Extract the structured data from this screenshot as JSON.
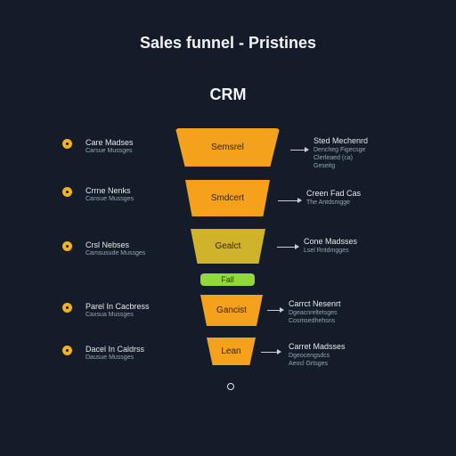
{
  "title": "Sales funnel - Pristines",
  "subtitle": "CRM",
  "stages": [
    {
      "label": "Semsrel"
    },
    {
      "label": "Smdcert"
    },
    {
      "label": "Gealct"
    },
    {
      "label": "Fall"
    },
    {
      "label": "Gancist"
    },
    {
      "label": "Lean"
    }
  ],
  "left_items": [
    {
      "title": "Care Madses",
      "sub": "Carsue Mussges"
    },
    {
      "title": "Crrne Nenks",
      "sub": "Cansue Mussges"
    },
    {
      "title": "Crsl Nebses",
      "sub": "Camsusude Mussges"
    },
    {
      "title": "Parel In Cacbress",
      "sub": "Caxsua Mussges"
    },
    {
      "title": "Dacel In Caldrss",
      "sub": "Dausue Mussges"
    }
  ],
  "right_items": [
    {
      "title": "Sted Mechenrd",
      "sub": [
        "Dencheg Figecsge",
        "Clerleaed (ca)",
        "Geseitg"
      ]
    },
    {
      "title": "Creen Fad Cas",
      "sub": [
        "The Antdsmgge"
      ]
    },
    {
      "title": "Cone Madsses",
      "sub": [
        "Lsel Rntdmgges"
      ]
    },
    {
      "title": "Carrct Nesenrt",
      "sub": [
        "Dgeacnreltetsges",
        "Cosmsedhehsns"
      ]
    },
    {
      "title": "Carret Madsses",
      "sub": [
        "Dgeocengsdcs",
        "Aeocl Grtsges"
      ]
    }
  ],
  "colors": {
    "background": "#131c28",
    "stage_orange": "#f4a11b",
    "stage_olive": "#cfb32a",
    "stage_green": "#93d83a",
    "bullet": "#f4b31e"
  }
}
